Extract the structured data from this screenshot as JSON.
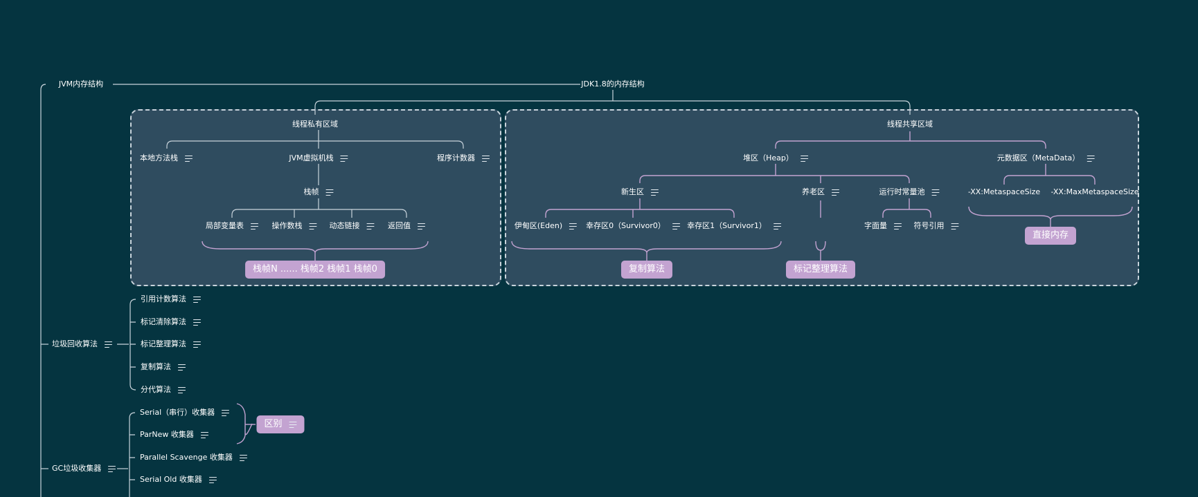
{
  "colors": {
    "background": "#053440",
    "panel": "#2f4c5f",
    "panel_border": "#c9d4dc",
    "connector_light": "#c9d4dc",
    "connector_purple": "#c3a3d1",
    "tag": "#c3a3d1",
    "text": "#ffffff"
  },
  "root": {
    "jvm_label": "JVM内存结构",
    "jdk_label": "JDK1.8的内存结构"
  },
  "private_area": {
    "title": "线程私有区域",
    "native_stack": "本地方法栈",
    "jvm_stack": "JVM虚拟机栈",
    "pc_register": "程序计数器",
    "frame": "栈帧",
    "local_vars": "局部变量表",
    "operand_stack": "操作数栈",
    "dynamic_link": "动态链接",
    "return_value": "返回值",
    "frames_tag": "栈帧N ...... 栈帧2 栈帧1 栈帧0"
  },
  "shared_area": {
    "title": "线程共享区域",
    "heap": "堆区（Heap）",
    "metaspace": "元数据区（MetaData）",
    "young_gen": "新生区",
    "old_gen": "养老区",
    "constant_pool": "运行时常量池",
    "eden": "伊甸区(Eden)",
    "survivor0": "幸存区0（Survivor0）",
    "survivor1": "幸存区1（Survivor1）",
    "literal": "字面量",
    "symbol_ref": "符号引用",
    "meta_size": "-XX:MetaspaceSize",
    "max_meta_size": "-XX:MaxMetaspaceSize",
    "copy_tag": "复制算法",
    "mark_compact_tag": "标记整理算法",
    "direct_memory_tag": "直接内存"
  },
  "gc_algorithms": {
    "label": "垃圾回收算法",
    "items": [
      "引用计数算法",
      "标记清除算法",
      "标记整理算法",
      "复制算法",
      "分代算法"
    ]
  },
  "gc_collectors": {
    "label": "GC垃圾收集器",
    "items": [
      "Serial（串行）收集器",
      "ParNew 收集器",
      "Parallel Scavenge 收集器",
      "Serial Old 收集器"
    ],
    "diff_tag": "区别"
  }
}
